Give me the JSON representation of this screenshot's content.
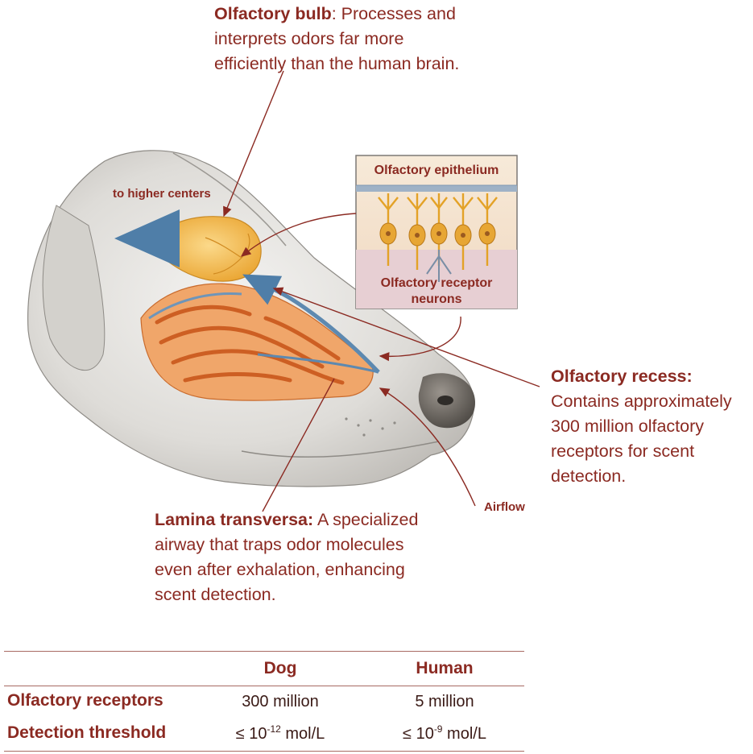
{
  "callouts": {
    "olfactory_bulb": {
      "title": "Olfactory bulb",
      "text_line1": ": Processes and",
      "text_line2": "interprets odors far more",
      "text_line3": "efficiently than the human brain."
    },
    "olfactory_recess": {
      "title": "Olfactory recess:",
      "line1": "Contains approximately",
      "line2": "300 million olfactory",
      "line3": "receptors for scent",
      "line4": "detection."
    },
    "lamina_transversa": {
      "title": "Lamina transversa:",
      "text_line1": " A specialized",
      "text_line2": "airway that traps odor molecules",
      "text_line3": "even after exhalation, enhancing",
      "text_line4": "scent detection."
    }
  },
  "labels": {
    "higher_centers": "to higher centers",
    "airflow": "Airflow",
    "epithelium": "Olfactory epithelium",
    "receptor_neurons_line1": "Olfactory receptor",
    "receptor_neurons_line2": "neurons"
  },
  "table": {
    "headers": [
      "",
      "Dog",
      "Human"
    ],
    "rows": [
      {
        "label": "Olfactory receptors",
        "dog": "300 million",
        "human": "5 million"
      },
      {
        "label": "Detection threshold",
        "dog_prefix": "≤ 10",
        "dog_exp": "-12",
        "dog_unit": " mol/L",
        "human_prefix": "≤ 10",
        "human_exp": "-9",
        "human_unit": " mol/L"
      }
    ]
  },
  "colors": {
    "accent": "#8b2a22",
    "bulb": "#f3b83c",
    "turbinate": "#e0793a",
    "airflow": "#5d89b0",
    "fur": "#d9d9d6",
    "nose": "#6a6560"
  }
}
